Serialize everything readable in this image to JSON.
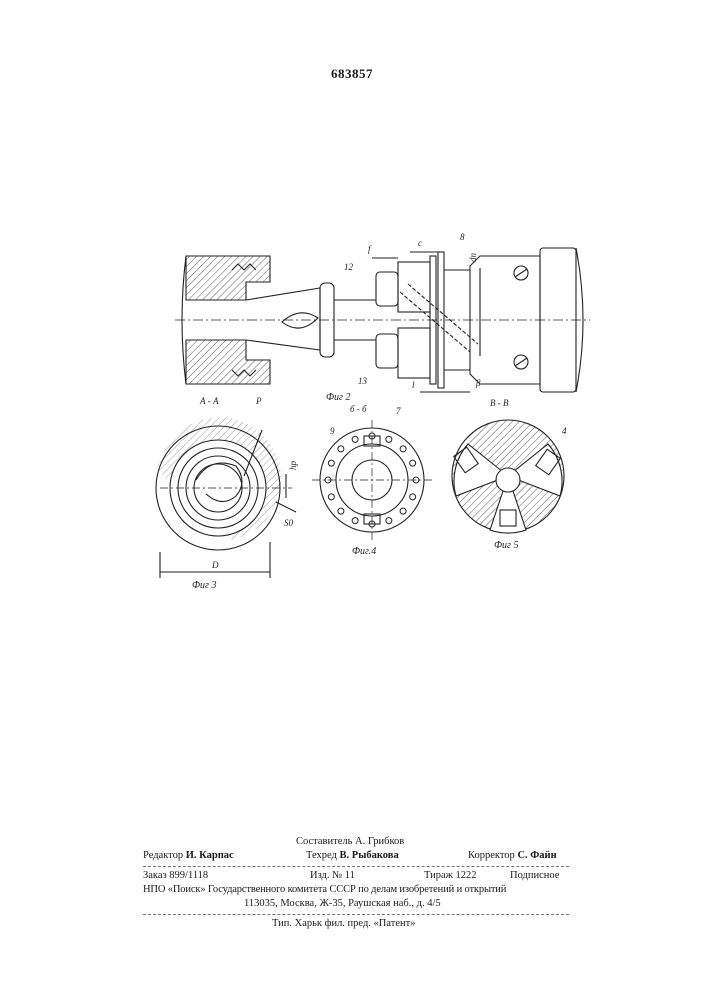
{
  "patent_number": "683857",
  "figures": {
    "fig2": {
      "caption": "Фиг 2",
      "labels": {
        "f": "f",
        "c": "c",
        "n8": "8",
        "dn": "dn",
        "n12": "12",
        "n13": "13",
        "l": "l",
        "beta": "β"
      }
    },
    "fig3": {
      "section": "А - А",
      "caption": "Фиг 3",
      "labels": {
        "P": "P",
        "hp": "hp",
        "S0": "S0",
        "D": "D"
      }
    },
    "fig4": {
      "section": "б - б",
      "caption": "Фиг.4",
      "labels": {
        "n9": "9",
        "n7": "7"
      }
    },
    "fig5": {
      "section": "В - В",
      "caption": "Фиг 5",
      "labels": {
        "n4": "4"
      }
    }
  },
  "footer": {
    "compiler": "Составитель А. Грибков",
    "editor_label": "Редактор",
    "editor_name": "И. Карпас",
    "techred_label": "Техред",
    "techred_name": "В. Рыбакова",
    "corrector_label": "Корректор",
    "corrector_name": "С. Файн",
    "order": "Заказ 899/1118",
    "issue": "Изд. № 11",
    "print_run": "Тираж 1222",
    "subscription": "Подписное",
    "org": "НПО «Поиск» Государственного комитета СССР по делам изобретений и открытий",
    "address": "113035, Москва, Ж-35, Раушская наб., д. 4/5",
    "printer": "Тип. Харьк фил. пред. «Патент»"
  }
}
